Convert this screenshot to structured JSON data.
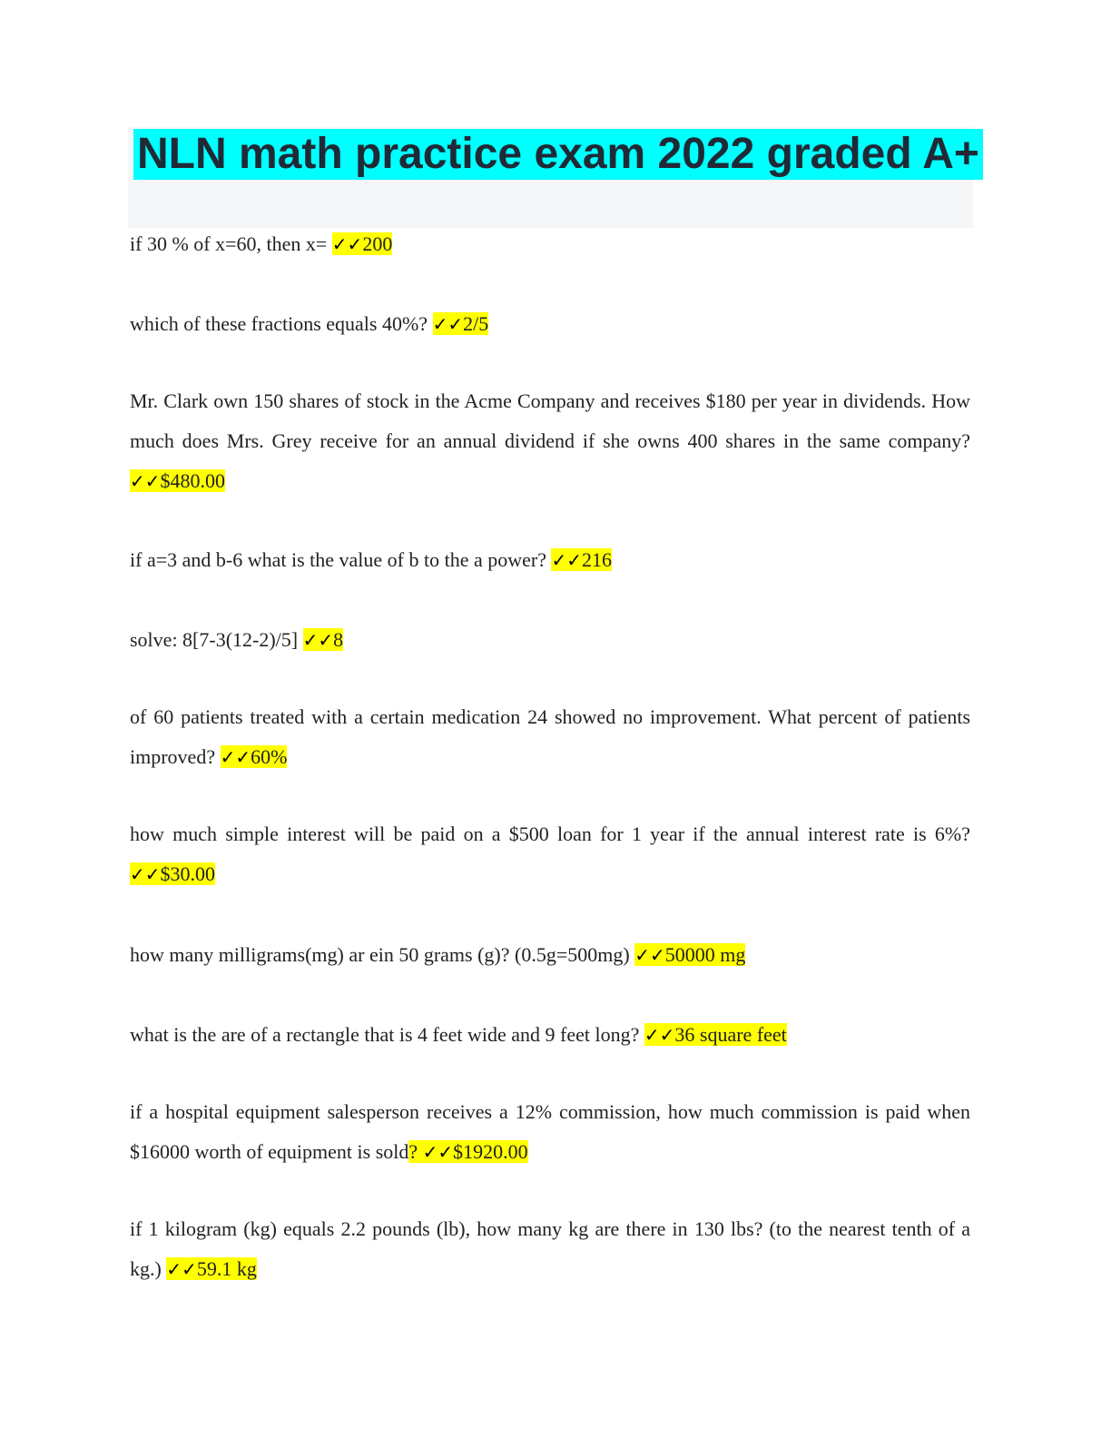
{
  "title": "NLN math practice exam 2022 graded A+",
  "check_marks": "✓✓",
  "items": [
    {
      "question": "if 30 % of x=60, then x= ",
      "answer_prefix": "",
      "answer": "200"
    },
    {
      "question": "which of these fractions equals 40%? ",
      "answer_prefix": "",
      "answer": "2/5"
    },
    {
      "question": "Mr. Clark own 150 shares of stock in the Acme Company and receives $180 per year in dividends. How much does Mrs. Grey receive for an annual dividend if she owns 400 shares in the same company? ",
      "answer_prefix": "",
      "answer": "$480.00"
    },
    {
      "question": "if a=3 and b-6 what is the value of b to the a power? ",
      "answer_prefix": "",
      "answer": "216"
    },
    {
      "question": "solve: 8[7-3(12-2)/5] ",
      "answer_prefix": "",
      "answer": "8"
    },
    {
      "question": "of 60 patients treated with a certain medication 24 showed no improvement. What percent of patients improved? ",
      "answer_prefix": "",
      "answer": "60%"
    },
    {
      "question": "how much simple interest will be paid on a $500 loan for 1 year if the annual interest rate is 6%? ",
      "answer_prefix": "",
      "answer": "$30.00"
    },
    {
      "question": "how many milligrams(mg) ar ein 50 grams (g)? (0.5g=500mg) ",
      "answer_prefix": "",
      "answer": "50000 mg"
    },
    {
      "question": "what is the are of a rectangle that is 4 feet wide and 9 feet long? ",
      "answer_prefix": "",
      "answer": "36 square feet"
    },
    {
      "question": "if a hospital equipment salesperson receives a 12% commission, how much commission is paid when $16000 worth of equipment is sold",
      "answer_prefix": "? ",
      "answer": "$1920.00"
    },
    {
      "question": "if 1 kilogram (kg) equals 2.2 pounds (lb), how many kg are there in 130 lbs? (to the nearest tenth of a kg.) ",
      "answer_prefix": "",
      "answer": "59.1 kg"
    }
  ]
}
